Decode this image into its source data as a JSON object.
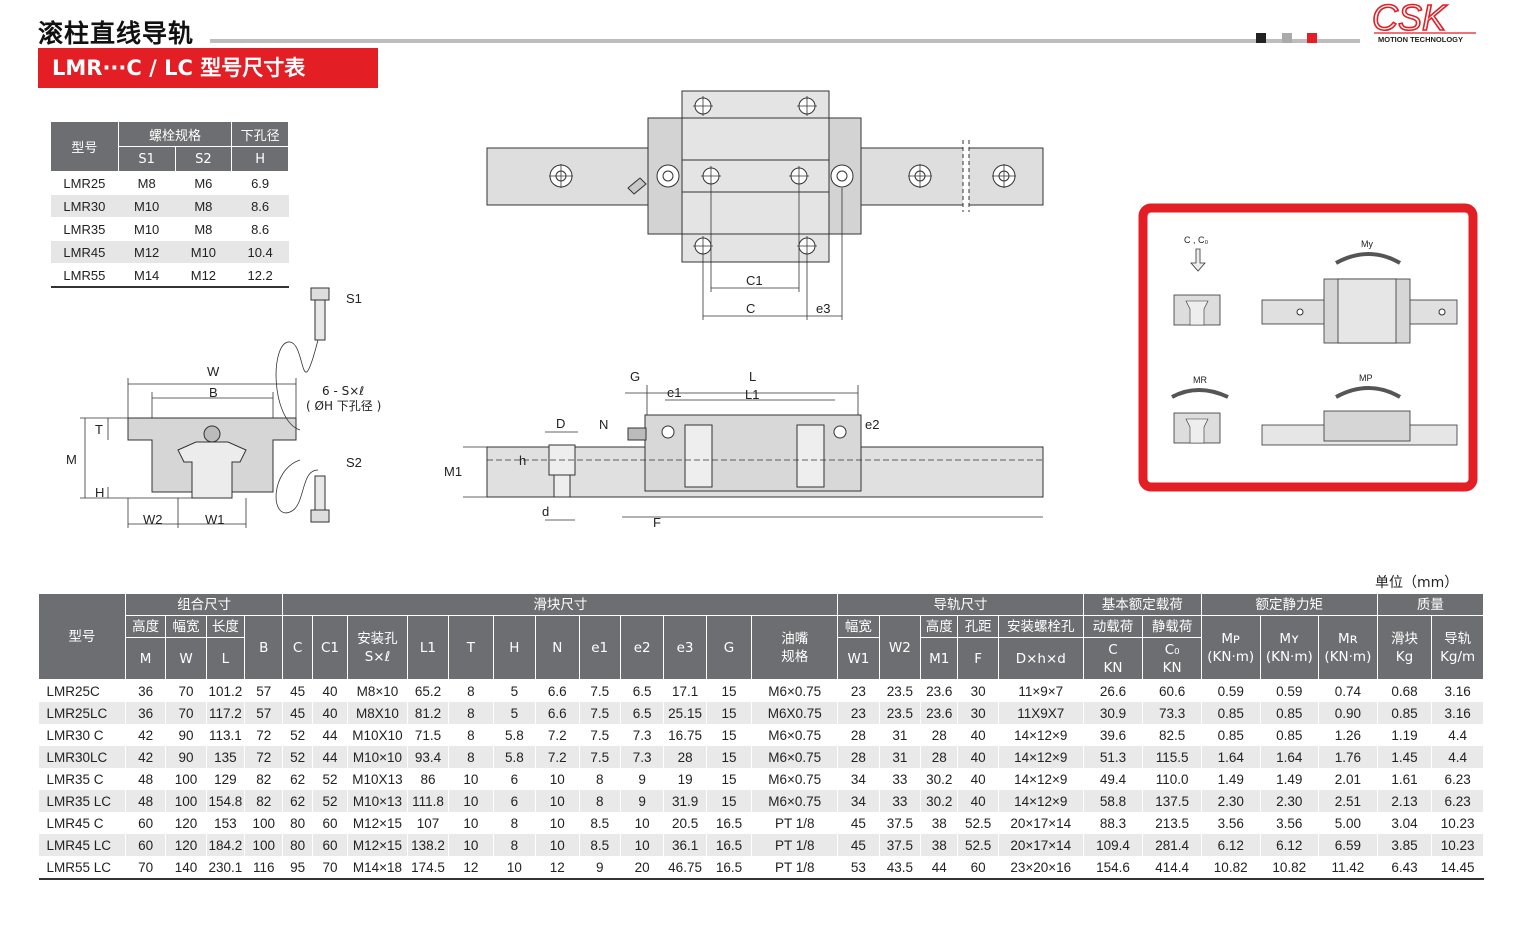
{
  "header": {
    "title": "滚柱直线导轨",
    "subtitle": "LMR···C / LC 型号尺寸表",
    "logo_text": "CSK",
    "logo_tagline": "MOTION TECHNOLOGY"
  },
  "colors": {
    "accent": "#e31e24",
    "header_gray": "#6d6e71",
    "row_alt": "#e9e9e9"
  },
  "bolt_table": {
    "headers": {
      "model": "型号",
      "bolt_spec": "螺栓规格",
      "hole_dia": "下孔径",
      "s1": "S1",
      "s2": "S2",
      "h": "H"
    },
    "rows": [
      [
        "LMR25",
        "M8",
        "M6",
        "6.9"
      ],
      [
        "LMR30",
        "M10",
        "M8",
        "8.6"
      ],
      [
        "LMR35",
        "M10",
        "M8",
        "8.6"
      ],
      [
        "LMR45",
        "M12",
        "M10",
        "10.4"
      ],
      [
        "LMR55",
        "M14",
        "M12",
        "12.2"
      ]
    ]
  },
  "drawing_labels": {
    "w": "W",
    "b": "B",
    "t": "T",
    "m": "M",
    "h": "H",
    "w2": "W2",
    "w1": "W1",
    "s1": "S1",
    "s2": "S2",
    "hole_note": "6 - S×ℓ",
    "hole_note2": "( ØH 下孔径 )",
    "c1": "C1",
    "c": "C",
    "e3": "e3",
    "g": "G",
    "l": "L",
    "e1": "e1",
    "l1": "L1",
    "e2": "e2",
    "d_upper": "D",
    "n": "N",
    "h_lower": "h",
    "m1": "M1",
    "d_lower": "d",
    "f": "F"
  },
  "load_diagram": {
    "c_label": "C , C₀",
    "my": "My",
    "mr": "MR",
    "mp": "MP"
  },
  "main_table": {
    "unit": "单位（mm）",
    "group_headers": {
      "model": "型号",
      "assembly": "组合尺寸",
      "block": "滑块尺寸",
      "rail": "导轨尺寸",
      "basic_load": "基本额定载荷",
      "static_moment": "额定静力矩",
      "mass": "质量"
    },
    "sub_headers": {
      "height": "高度",
      "width": "幅宽",
      "length": "长度",
      "mount_hole": "安装孔",
      "mount_hole_unit": "S×ℓ",
      "grease": "油嘴",
      "grease2": "规格",
      "rail_width": "幅宽",
      "rail_height": "高度",
      "pitch": "孔距",
      "rail_bolt": "安装螺栓孔",
      "dynamic": "动载荷",
      "static": "静载荷",
      "block_mass": "滑块",
      "rail_mass": "导轨"
    },
    "unit_headers": {
      "M": "M",
      "W": "W",
      "L": "L",
      "B": "B",
      "C": "C",
      "C1": "C1",
      "L1": "L1",
      "T": "T",
      "H": "H",
      "N": "N",
      "e1": "e1",
      "e2": "e2",
      "e3": "e3",
      "G": "G",
      "W1": "W1",
      "W2": "W2",
      "M1": "M1",
      "F": "F",
      "Dhd": "D×h×d",
      "Cd": "C",
      "KN1": "KN",
      "C0": "C₀",
      "KN2": "KN",
      "Mp": "Mᴘ",
      "My": "Mʏ",
      "Mr": "Mʀ",
      "knm": "(KN·m)",
      "kg": "Kg",
      "kgm": "Kg/m"
    },
    "rows": [
      [
        "LMR25C",
        "36",
        "70",
        "101.2",
        "57",
        "45",
        "40",
        "M8×10",
        "65.2",
        "8",
        "5",
        "6.6",
        "7.5",
        "6.5",
        "17.1",
        "15",
        "M6×0.75",
        "23",
        "23.5",
        "23.6",
        "30",
        "11×9×7",
        "26.6",
        "60.6",
        "0.59",
        "0.59",
        "0.74",
        "0.68",
        "3.16"
      ],
      [
        "LMR25LC",
        "36",
        "70",
        "117.2",
        "57",
        "45",
        "40",
        "M8X10",
        "81.2",
        "8",
        "5",
        "6.6",
        "7.5",
        "6.5",
        "25.15",
        "15",
        "M6X0.75",
        "23",
        "23.5",
        "23.6",
        "30",
        "11X9X7",
        "30.9",
        "73.3",
        "0.85",
        "0.85",
        "0.90",
        "0.85",
        "3.16"
      ],
      [
        "LMR30 C",
        "42",
        "90",
        "113.1",
        "72",
        "52",
        "44",
        "M10X10",
        "71.5",
        "8",
        "5.8",
        "7.2",
        "7.5",
        "7.3",
        "16.75",
        "15",
        "M6×0.75",
        "28",
        "31",
        "28",
        "40",
        "14×12×9",
        "39.6",
        "82.5",
        "0.85",
        "0.85",
        "1.26",
        "1.19",
        "4.4"
      ],
      [
        "LMR30LC",
        "42",
        "90",
        "135",
        "72",
        "52",
        "44",
        "M10×10",
        "93.4",
        "8",
        "5.8",
        "7.2",
        "7.5",
        "7.3",
        "28",
        "15",
        "M6×0.75",
        "28",
        "31",
        "28",
        "40",
        "14×12×9",
        "51.3",
        "115.5",
        "1.64",
        "1.64",
        "1.76",
        "1.45",
        "4.4"
      ],
      [
        "LMR35 C",
        "48",
        "100",
        "129",
        "82",
        "62",
        "52",
        "M10X13",
        "86",
        "10",
        "6",
        "10",
        "8",
        "9",
        "19",
        "15",
        "M6×0.75",
        "34",
        "33",
        "30.2",
        "40",
        "14×12×9",
        "49.4",
        "110.0",
        "1.49",
        "1.49",
        "2.01",
        "1.61",
        "6.23"
      ],
      [
        "LMR35 LC",
        "48",
        "100",
        "154.8",
        "82",
        "62",
        "52",
        "M10×13",
        "111.8",
        "10",
        "6",
        "10",
        "8",
        "9",
        "31.9",
        "15",
        "M6×0.75",
        "34",
        "33",
        "30.2",
        "40",
        "14×12×9",
        "58.8",
        "137.5",
        "2.30",
        "2.30",
        "2.51",
        "2.13",
        "6.23"
      ],
      [
        "LMR45 C",
        "60",
        "120",
        "153",
        "100",
        "80",
        "60",
        "M12×15",
        "107",
        "10",
        "8",
        "10",
        "8.5",
        "10",
        "20.5",
        "16.5",
        "PT 1/8",
        "45",
        "37.5",
        "38",
        "52.5",
        "20×17×14",
        "88.3",
        "213.5",
        "3.56",
        "3.56",
        "5.00",
        "3.04",
        "10.23"
      ],
      [
        "LMR45 LC",
        "60",
        "120",
        "184.2",
        "100",
        "80",
        "60",
        "M12×15",
        "138.2",
        "10",
        "8",
        "10",
        "8.5",
        "10",
        "36.1",
        "16.5",
        "PT 1/8",
        "45",
        "37.5",
        "38",
        "52.5",
        "20×17×14",
        "109.4",
        "281.4",
        "6.12",
        "6.12",
        "6.59",
        "3.85",
        "10.23"
      ],
      [
        "LMR55 LC",
        "70",
        "140",
        "230.1",
        "116",
        "95",
        "70",
        "M14×18",
        "174.5",
        "12",
        "10",
        "12",
        "9",
        "20",
        "46.75",
        "16.5",
        "PT 1/8",
        "53",
        "43.5",
        "44",
        "60",
        "23×20×16",
        "154.6",
        "414.4",
        "10.82",
        "10.82",
        "11.42",
        "6.43",
        "14.45"
      ]
    ]
  }
}
